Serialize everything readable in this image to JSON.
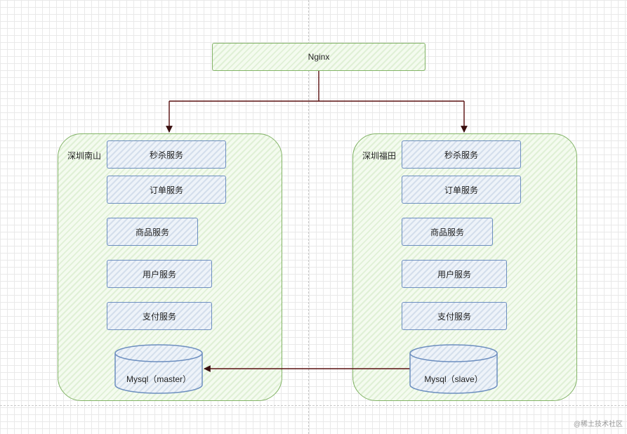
{
  "nginx": {
    "label": "Nginx"
  },
  "regions": [
    {
      "label": "深圳南山",
      "services": [
        "秒杀服务",
        "订单服务",
        "商品服务",
        "用户服务",
        "支付服务"
      ],
      "database": "Mysql（master）"
    },
    {
      "label": "深圳福田",
      "services": [
        "秒杀服务",
        "订单服务",
        "商品服务",
        "用户服务",
        "支付服务"
      ],
      "database": "Mysql（slave）"
    }
  ],
  "watermark": "@稀土技术社区",
  "colors": {
    "container_border": "#82b366",
    "service_border": "#6c8ebf",
    "arrow": "#5a1010"
  }
}
